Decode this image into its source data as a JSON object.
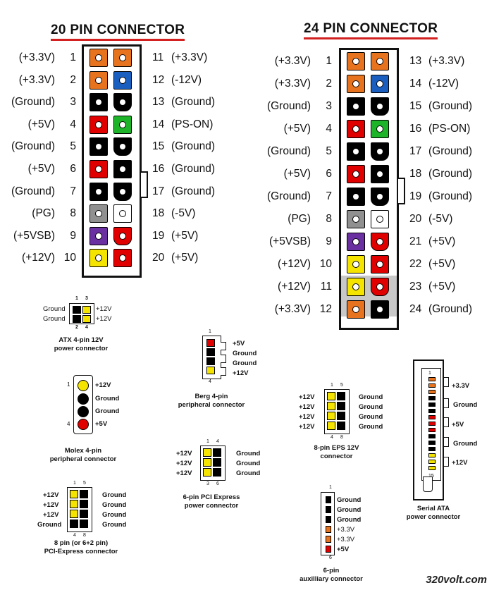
{
  "main20": {
    "title": "20 PIN CONNECTOR",
    "left": [
      {
        "volt": "(+3.3V)",
        "num": "1",
        "color": "#e8731e"
      },
      {
        "volt": "(+3.3V)",
        "num": "2",
        "color": "#e8731e"
      },
      {
        "volt": "(Ground)",
        "num": "3",
        "color": "#000000"
      },
      {
        "volt": "(+5V)",
        "num": "4",
        "color": "#e00000"
      },
      {
        "volt": "(Ground)",
        "num": "5",
        "color": "#000000"
      },
      {
        "volt": "(+5V)",
        "num": "6",
        "color": "#e00000"
      },
      {
        "volt": "(Ground)",
        "num": "7",
        "color": "#000000"
      },
      {
        "volt": "(PG)",
        "num": "8",
        "color": "#909090"
      },
      {
        "volt": "(+5VSB)",
        "num": "9",
        "color": "#6a2fa0"
      },
      {
        "volt": "(+12V)",
        "num": "10",
        "color": "#f5e400"
      }
    ],
    "right": [
      {
        "volt": "(+3.3V)",
        "num": "11",
        "color": "#e8731e"
      },
      {
        "volt": "(-12V)",
        "num": "12",
        "color": "#1a5fbf"
      },
      {
        "volt": "(Ground)",
        "num": "13",
        "color": "#000000"
      },
      {
        "volt": "(PS-ON)",
        "num": "14",
        "color": "#1eb42a"
      },
      {
        "volt": "(Ground)",
        "num": "15",
        "color": "#000000"
      },
      {
        "volt": "(Ground)",
        "num": "16",
        "color": "#000000"
      },
      {
        "volt": "(Ground)",
        "num": "17",
        "color": "#000000"
      },
      {
        "volt": "(-5V)",
        "num": "18",
        "color": "#ffffff"
      },
      {
        "volt": "(+5V)",
        "num": "19",
        "color": "#e00000"
      },
      {
        "volt": "(+5V)",
        "num": "20",
        "color": "#e00000"
      }
    ]
  },
  "main24": {
    "title": "24 PIN CONNECTOR",
    "left": [
      {
        "volt": "(+3.3V)",
        "num": "1",
        "color": "#e8731e"
      },
      {
        "volt": "(+3.3V)",
        "num": "2",
        "color": "#e8731e"
      },
      {
        "volt": "(Ground)",
        "num": "3",
        "color": "#000000"
      },
      {
        "volt": "(+5V)",
        "num": "4",
        "color": "#e00000"
      },
      {
        "volt": "(Ground)",
        "num": "5",
        "color": "#000000"
      },
      {
        "volt": "(+5V)",
        "num": "6",
        "color": "#e00000"
      },
      {
        "volt": "(Ground)",
        "num": "7",
        "color": "#000000"
      },
      {
        "volt": "(PG)",
        "num": "8",
        "color": "#909090"
      },
      {
        "volt": "(+5VSB)",
        "num": "9",
        "color": "#6a2fa0"
      },
      {
        "volt": "(+12V)",
        "num": "10",
        "color": "#f5e400"
      },
      {
        "volt": "(+12V)",
        "num": "11",
        "color": "#f5e400"
      },
      {
        "volt": "(+3.3V)",
        "num": "12",
        "color": "#e8731e"
      }
    ],
    "right": [
      {
        "volt": "(+3.3V)",
        "num": "13",
        "color": "#e8731e"
      },
      {
        "volt": "(-12V)",
        "num": "14",
        "color": "#1a5fbf"
      },
      {
        "volt": "(Ground)",
        "num": "15",
        "color": "#000000"
      },
      {
        "volt": "(PS-ON)",
        "num": "16",
        "color": "#1eb42a"
      },
      {
        "volt": "(Ground)",
        "num": "17",
        "color": "#000000"
      },
      {
        "volt": "(Ground)",
        "num": "18",
        "color": "#000000"
      },
      {
        "volt": "(Ground)",
        "num": "19",
        "color": "#000000"
      },
      {
        "volt": "(-5V)",
        "num": "20",
        "color": "#ffffff"
      },
      {
        "volt": "(+5V)",
        "num": "21",
        "color": "#e00000"
      },
      {
        "volt": "(+5V)",
        "num": "22",
        "color": "#e00000"
      },
      {
        "volt": "(+5V)",
        "num": "23",
        "color": "#e00000"
      },
      {
        "volt": "(Ground)",
        "num": "24",
        "color": "#000000"
      }
    ]
  },
  "atx4": {
    "labels_left": [
      "Ground",
      "Ground"
    ],
    "labels_right": [
      "+12V",
      "+12V"
    ],
    "top_nums": [
      "1",
      "3"
    ],
    "bottom_nums": [
      "2",
      "4"
    ],
    "caption": [
      "ATX 4-pin 12V",
      "power connector"
    ]
  },
  "molex": {
    "labels": [
      "+12V",
      "Ground",
      "Ground",
      "+5V"
    ],
    "nums": [
      "1",
      "4"
    ],
    "caption": [
      "Molex 4-pin",
      "peripheral connector"
    ]
  },
  "pcie8": {
    "labels_left": [
      "+12V",
      "+12V",
      "+12V",
      "Ground"
    ],
    "labels_right": [
      "Ground",
      "Ground",
      "Ground",
      "Ground"
    ],
    "top_nums": [
      "1",
      "5"
    ],
    "bottom_nums": [
      "4",
      "8"
    ],
    "caption": [
      "8 pin (or 6+2 pin)",
      "PCI-Express connector"
    ]
  },
  "berg": {
    "labels": [
      "+5V",
      "Ground",
      "Ground",
      "+12V"
    ],
    "nums": [
      "1",
      "4"
    ],
    "caption": [
      "Berg 4-pin",
      "peripheral connector"
    ]
  },
  "pcie6": {
    "labels_left": [
      "+12V",
      "+12V",
      "+12V"
    ],
    "labels_right": [
      "Ground",
      "Ground",
      "Ground"
    ],
    "top_nums": [
      "1",
      "4"
    ],
    "bottom_nums": [
      "3",
      "6"
    ],
    "caption": [
      "6-pin PCI Express",
      "power connector"
    ]
  },
  "eps8": {
    "labels_left": [
      "+12V",
      "+12V",
      "+12V",
      "+12V"
    ],
    "labels_right": [
      "Ground",
      "Ground",
      "Ground",
      "Ground"
    ],
    "top_nums": [
      "1",
      "5"
    ],
    "bottom_nums": [
      "4",
      "8"
    ],
    "caption": [
      "8-pin EPS 12V",
      "connector"
    ]
  },
  "aux6": {
    "labels": [
      "Ground",
      "Ground",
      "Ground",
      "+3.3V",
      "+3.3V",
      "+5V"
    ],
    "nums": [
      "1",
      "6"
    ],
    "caption": [
      "6-pin",
      "auxilliary connector"
    ]
  },
  "sata": {
    "labels": [
      "+3.3V",
      "Ground",
      "+5V",
      "Ground",
      "+12V"
    ],
    "nums": [
      "1",
      "15"
    ],
    "caption": [
      "Serial ATA",
      "power connector"
    ]
  },
  "watermark": "320volt.com",
  "colors": {
    "orange": "#e8731e",
    "blue": "#1a5fbf",
    "black": "#000000",
    "red": "#e00000",
    "green": "#1eb42a",
    "gray": "#909090",
    "purple": "#6a2fa0",
    "yellow": "#f5e400",
    "white": "#ffffff",
    "title_underline": "#d32020"
  }
}
